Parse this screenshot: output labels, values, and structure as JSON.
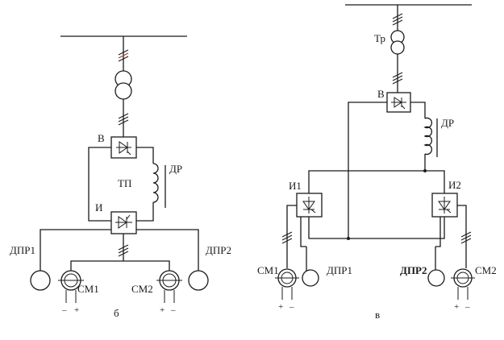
{
  "diagram_b": {
    "label_converter_top": "В",
    "label_tp": "ТП",
    "label_reactor": "ДР",
    "label_inverter": "И",
    "label_dpr1": "ДПР1",
    "label_dpr2": "ДПР2",
    "label_sm1": "СМ1",
    "label_sm2": "СМ2",
    "sm1_minus": "–",
    "sm1_plus": "+",
    "sm2_plus": "+",
    "sm2_minus": "–",
    "caption": "б"
  },
  "diagram_v": {
    "label_transformer": "Тр",
    "label_rectifier": "В",
    "label_reactor": "ДР",
    "label_inverter1": "И1",
    "label_inverter2": "И2",
    "label_sm1": "СМ1",
    "label_dpr1": "ДПР1",
    "label_dpr2": "ДПР2",
    "label_sm2": "СМ2",
    "sm1_plus": "+",
    "sm1_minus": "–",
    "sm2_plus": "+",
    "sm2_minus": "–",
    "caption": "в"
  },
  "colors": {
    "ink": "#1a1a1a",
    "tick_accent": "#b03030"
  }
}
